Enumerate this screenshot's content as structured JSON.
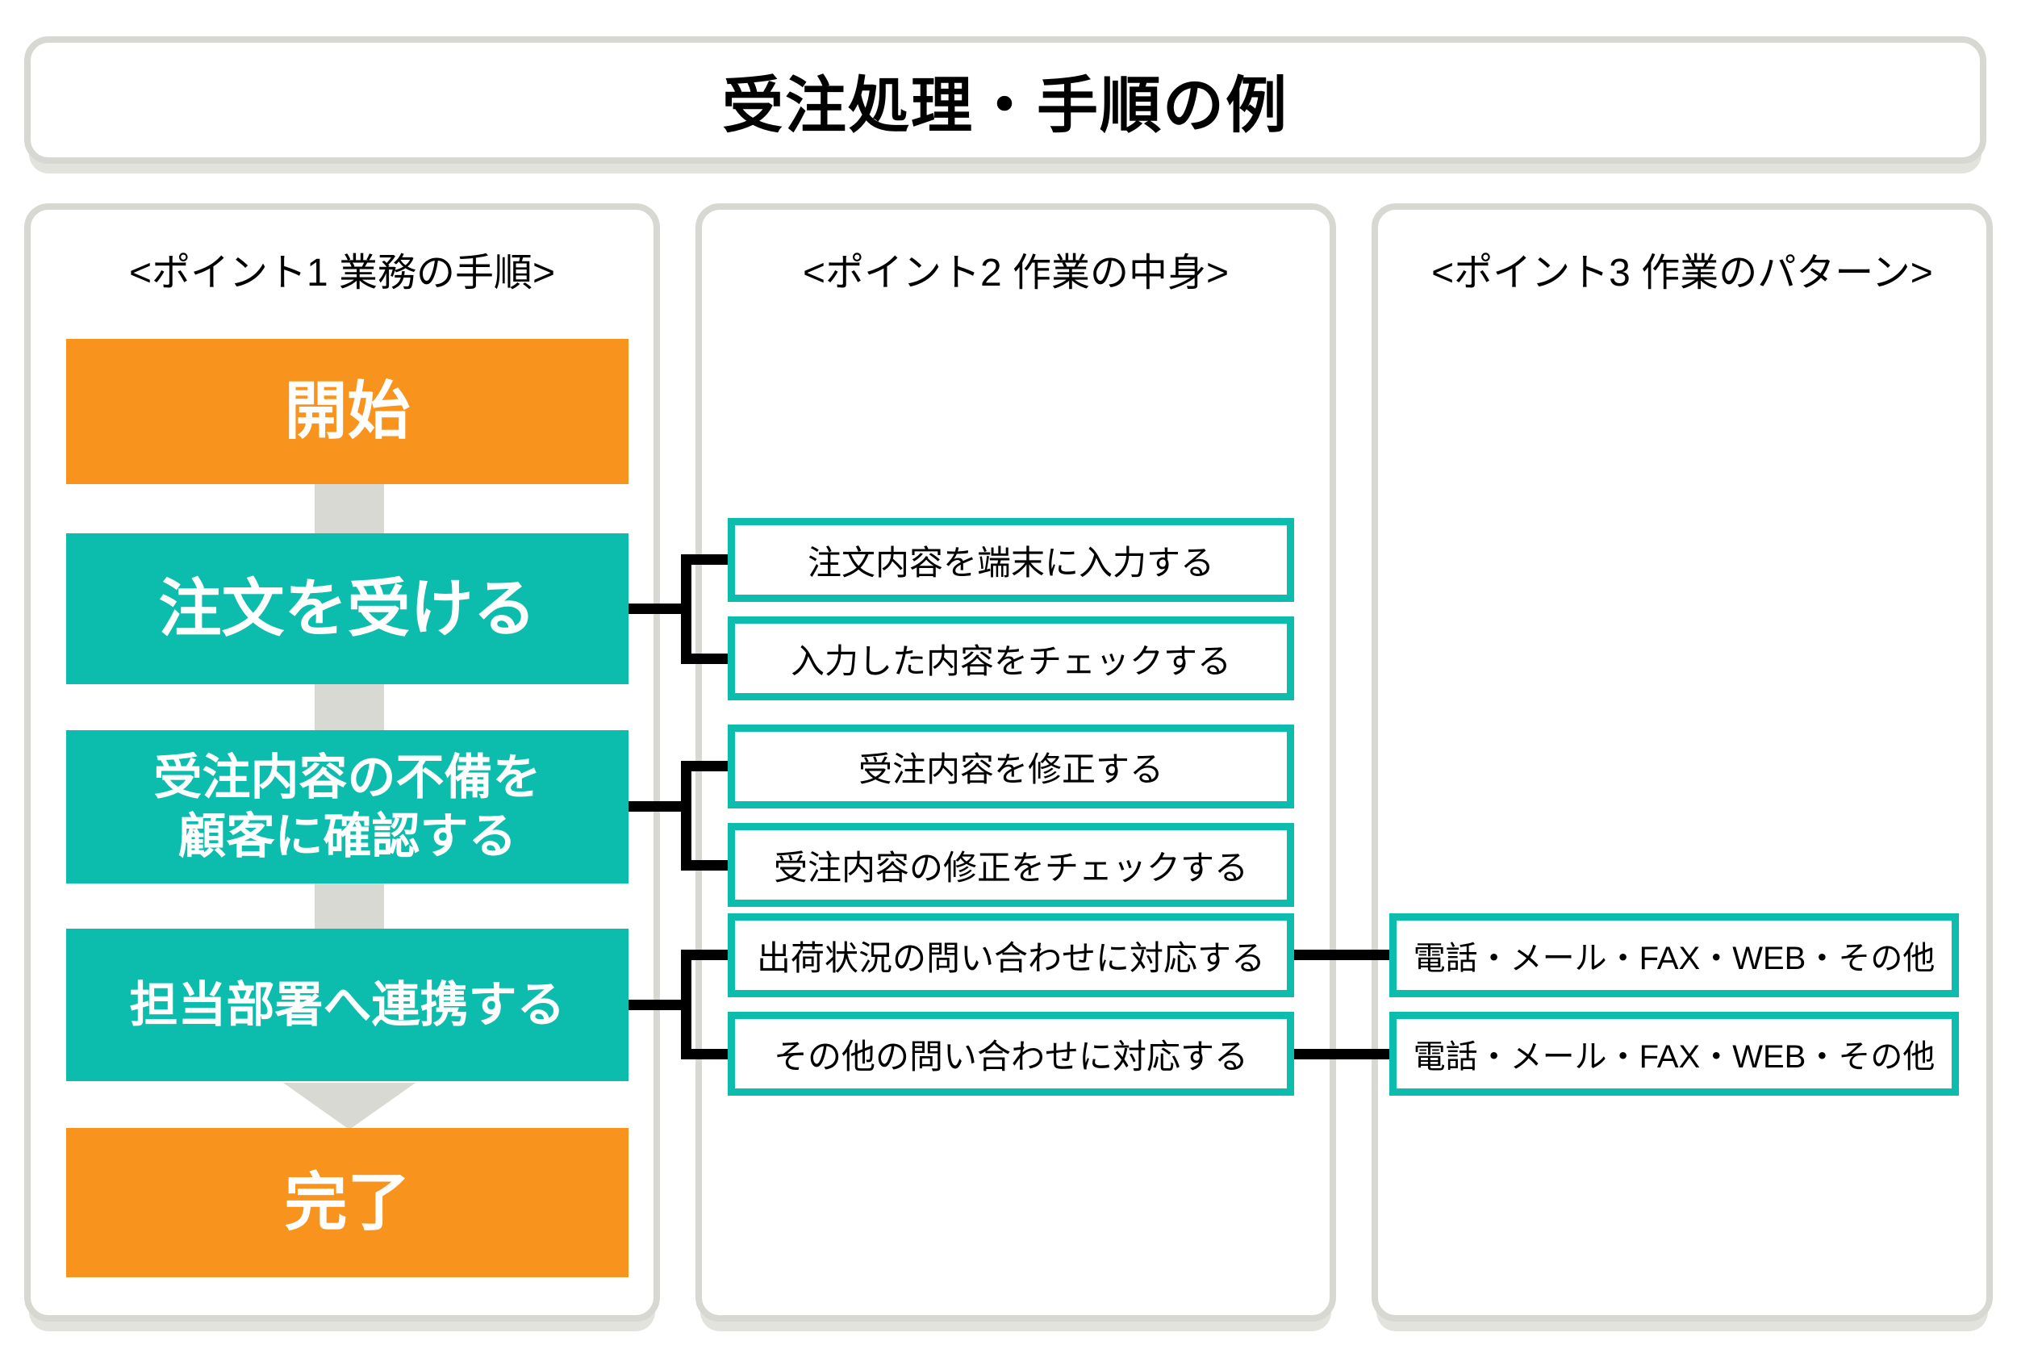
{
  "title": "受注処理・手順の例",
  "columns": [
    {
      "header": "<ポイント1 業務の手順>"
    },
    {
      "header": "<ポイント2 作業の中身>"
    },
    {
      "header": "<ポイント3 作業のパターン>"
    }
  ],
  "flow": {
    "steps": [
      {
        "label": "開始",
        "kind": "terminal",
        "color": "orange"
      },
      {
        "label": "注文を受ける",
        "kind": "process",
        "color": "teal"
      },
      {
        "label": "受注内容の不備を顧客に確認する",
        "lines": [
          "受注内容の不備を",
          "顧客に確認する"
        ],
        "kind": "process",
        "color": "teal"
      },
      {
        "label": "担当部署へ連携する",
        "kind": "process",
        "color": "teal"
      },
      {
        "label": "完了",
        "kind": "terminal",
        "color": "orange"
      }
    ]
  },
  "tasks": [
    {
      "label": "注文内容を端末に入力する",
      "linked_step": "注文を受ける"
    },
    {
      "label": "入力した内容をチェックする",
      "linked_step": "注文を受ける"
    },
    {
      "label": "受注内容を修正する",
      "linked_step": "受注内容の不備を顧客に確認する"
    },
    {
      "label": "受注内容の修正をチェックする",
      "linked_step": "受注内容の不備を顧客に確認する"
    },
    {
      "label": "出荷状況の問い合わせに対応する",
      "linked_step": "担当部署へ連携する"
    },
    {
      "label": "その他の問い合わせに対応する",
      "linked_step": "担当部署へ連携する"
    }
  ],
  "patterns": [
    {
      "label": "電話・メール・FAX・WEB・その他",
      "linked_task": "出荷状況の問い合わせに対応する"
    },
    {
      "label": "電話・メール・FAX・WEB・その他",
      "linked_task": "その他の問い合わせに対応する"
    }
  ],
  "colors": {
    "orange": "#F8941D",
    "teal": "#0CBCAC",
    "gray": "#D9D9D4",
    "panel-border": "#D8D8D3",
    "shadow": "#E3E3DE",
    "line": "#000000"
  }
}
